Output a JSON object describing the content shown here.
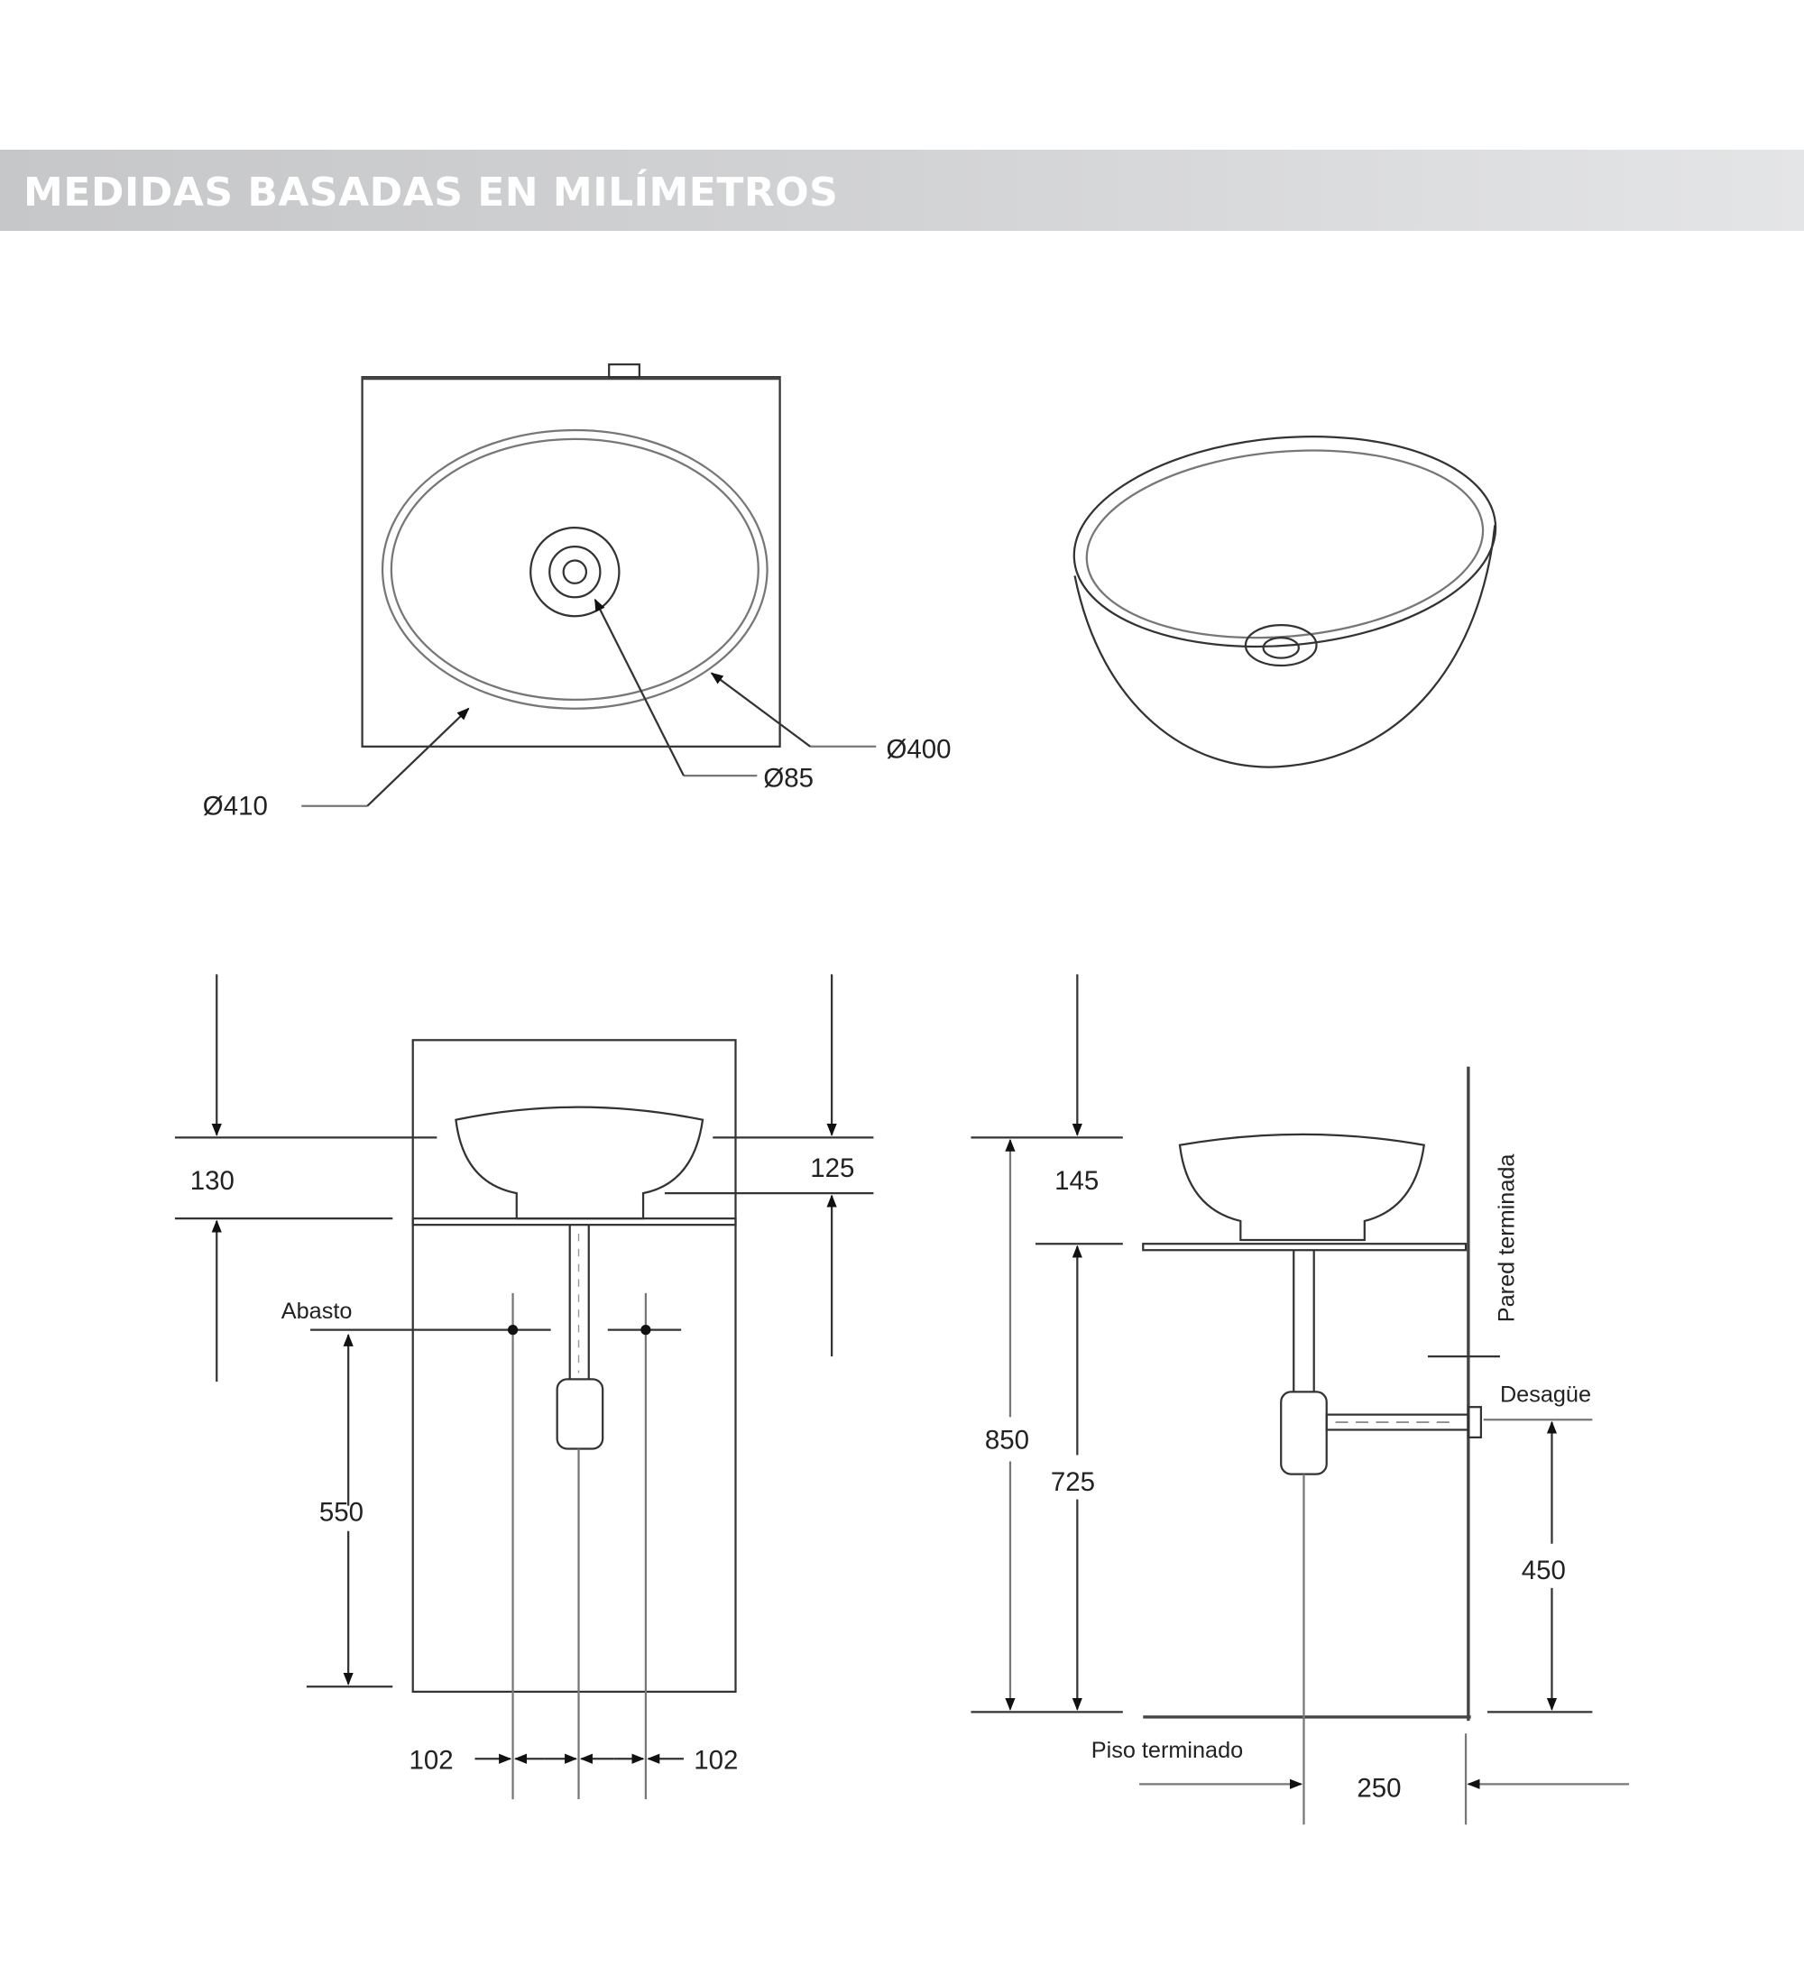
{
  "header": {
    "title": "MEDIDAS BASADAS EN MILÍMETROS"
  },
  "top_view": {
    "d_outer": "Ø410",
    "d_drain": "Ø85",
    "d_inner": "Ø400"
  },
  "front_view": {
    "h_left": "130",
    "h_right": "125",
    "supply_label": "Abasto",
    "supply_height": "550",
    "offset_left": "102",
    "offset_right": "102"
  },
  "side_view": {
    "h_total": "850",
    "h_bowl": "145",
    "h_counter": "725",
    "wall_label": "Pared terminada",
    "drain_label": "Desagüe",
    "drain_height": "450",
    "floor_label": "Piso terminado",
    "wall_distance": "250"
  }
}
